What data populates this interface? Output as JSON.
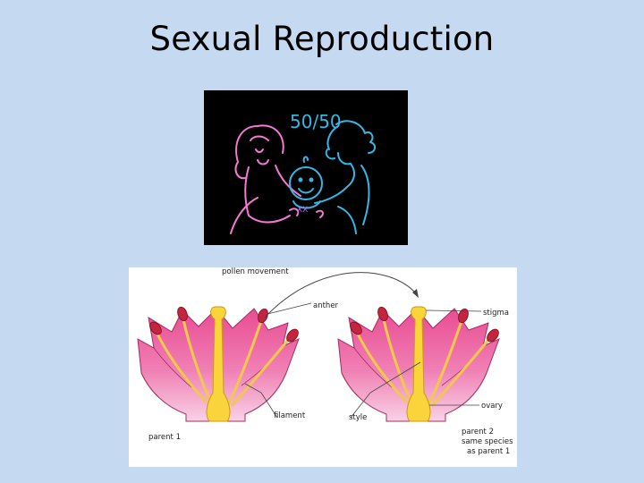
{
  "slide": {
    "title": "Sexual Reproduction"
  },
  "cartoon": {
    "ratio_label": "50/50",
    "chromosome_label": "XX"
  },
  "flower_diagram": {
    "labels": {
      "pollen_movement": "pollen movement",
      "anther": "anther",
      "stigma": "stigma",
      "filament": "filament",
      "style": "style",
      "ovary": "ovary",
      "parent1": "parent 1",
      "parent2_line1": "parent 2",
      "parent2_line2": "same species",
      "parent2_line3": "as parent 1"
    }
  }
}
